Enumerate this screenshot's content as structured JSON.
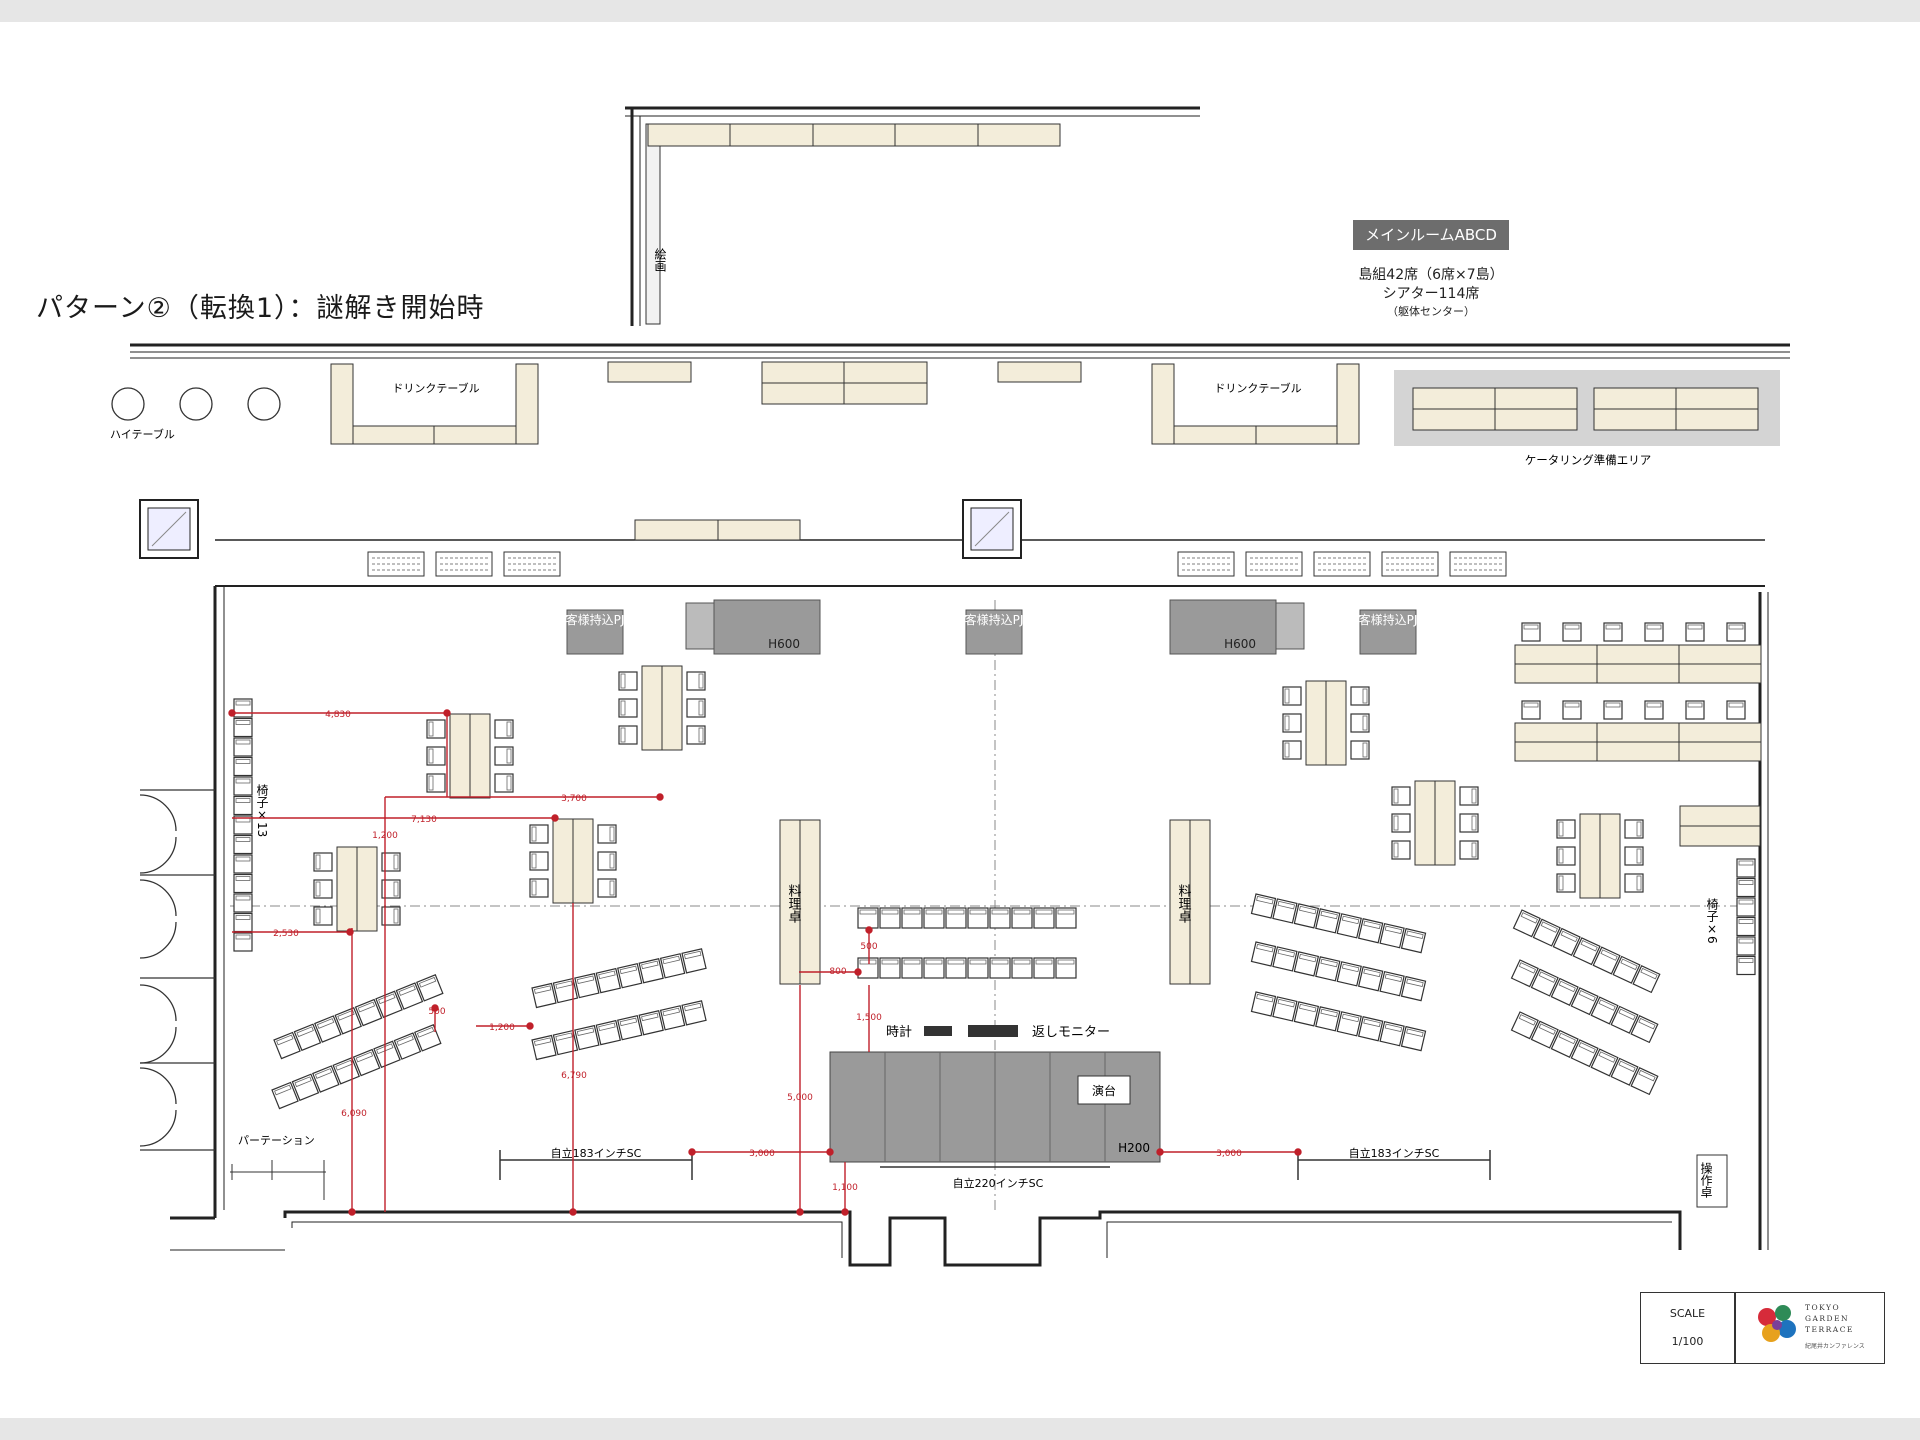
{
  "pattern_title": "パターン②（転換1）：謎解き開始時",
  "room": {
    "badge": "メインルームABCD",
    "line1": "島組42席（6席×7島）",
    "line2": "シアター114席",
    "line3": "（躯体センター）"
  },
  "labels": {
    "painting": "絵画",
    "high_table": "ハイテーブル",
    "drink_table": "ドリンクテーブル",
    "catering": "ケータリング準備エリア",
    "pj_stand": "お客様持込PJ台",
    "h600": "H600",
    "cooking_table": "料理卓",
    "chairs13": "椅子×13",
    "chairs6": "椅子×6",
    "clock": "時計",
    "return_monitor": "返しモニター",
    "podium": "演台",
    "h200": "H200",
    "partition": "パーテーション",
    "screen183": "自立183インチSC",
    "screen220": "自立220インチSC",
    "console": "操作卓"
  },
  "dimensions": {
    "d4830": "4,830",
    "d3700": "3,700",
    "d7130": "7,130",
    "d1200a": "1,200",
    "d2530": "2,530",
    "d500a": "500",
    "d1200b": "1,200",
    "d6790": "6,790",
    "d6090": "6,090",
    "d5000": "5,000",
    "d800": "800",
    "d500b": "500",
    "d1500": "1,500",
    "d3000a": "3,000",
    "d3000b": "3,000",
    "d1100": "1,100"
  },
  "scale": {
    "label": "SCALE",
    "value": "1/100"
  },
  "logo": {
    "line1": "TOKYO",
    "line2": "GARDEN",
    "line3": "TERRACE",
    "line4": "紀尾井カンファレンス"
  },
  "colors": {
    "table_fill": "#f3edda",
    "grey_block": "#9a9a9a",
    "dim_red": "#c0202a",
    "catering_bg": "#d4d4d4"
  }
}
